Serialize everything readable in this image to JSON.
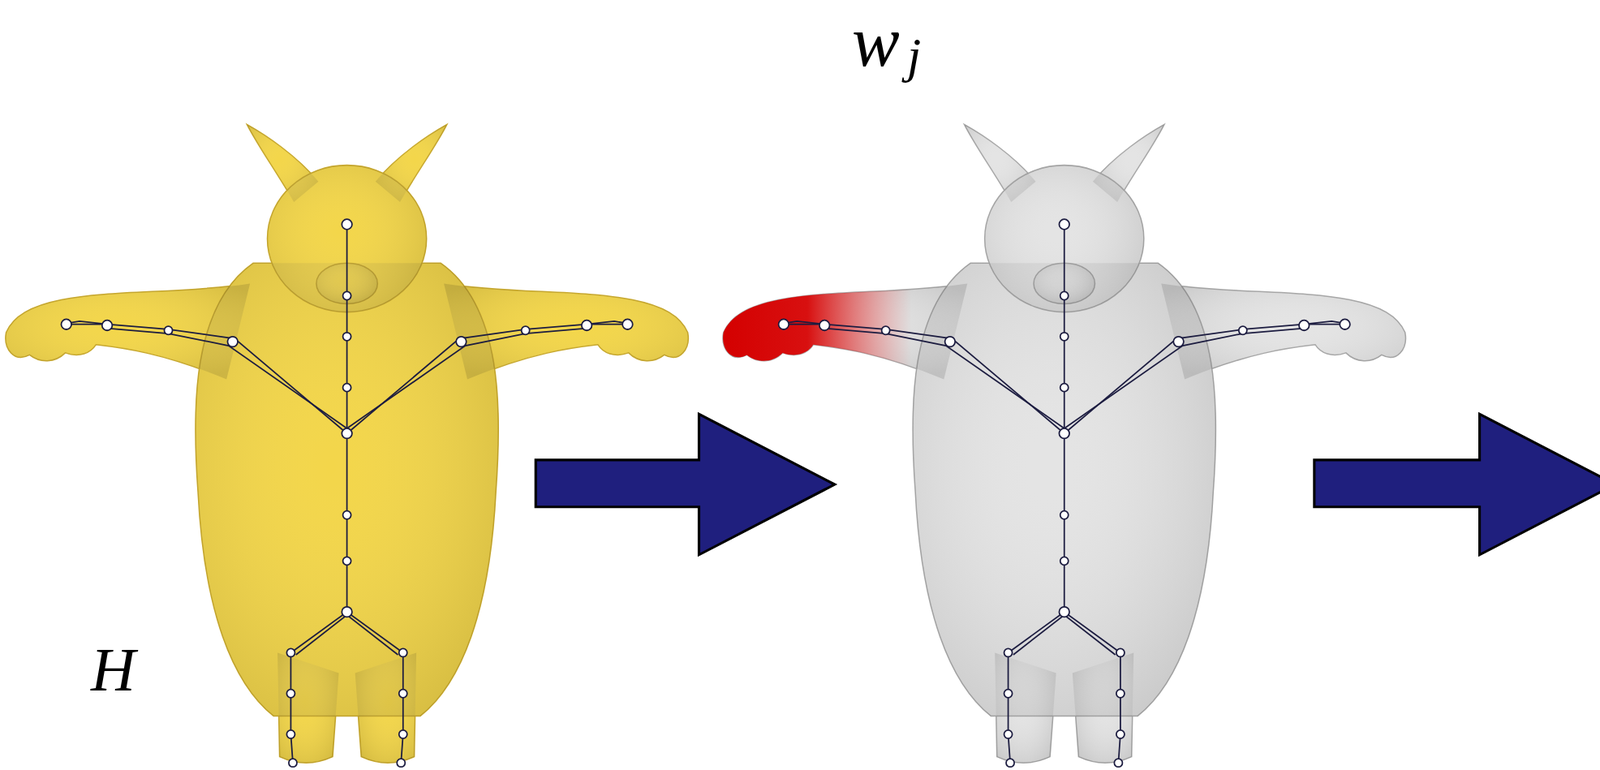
{
  "diagram": {
    "labels": [
      "w",
      "j",
      "H"
    ]
  }
}
